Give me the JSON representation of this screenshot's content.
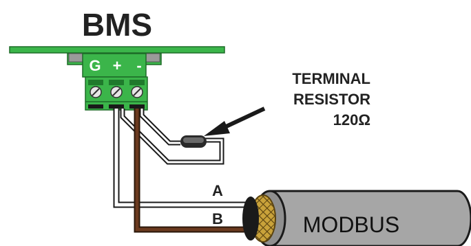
{
  "title": "BMS",
  "terminal": {
    "ground": "G",
    "plus": "+",
    "minus": "-"
  },
  "resistor": {
    "line1": "TERMINAL",
    "line2": "RESISTOR",
    "line3": "120Ω"
  },
  "wires": {
    "a_label": "A",
    "b_label": "B"
  },
  "cable": {
    "label": "MODBUS"
  },
  "colors": {
    "board_green": "#3bb54a",
    "wire_brown": "#6b3a1f",
    "cable_gray": "#a6a6a6",
    "shield_gold": "#c9a23a"
  }
}
